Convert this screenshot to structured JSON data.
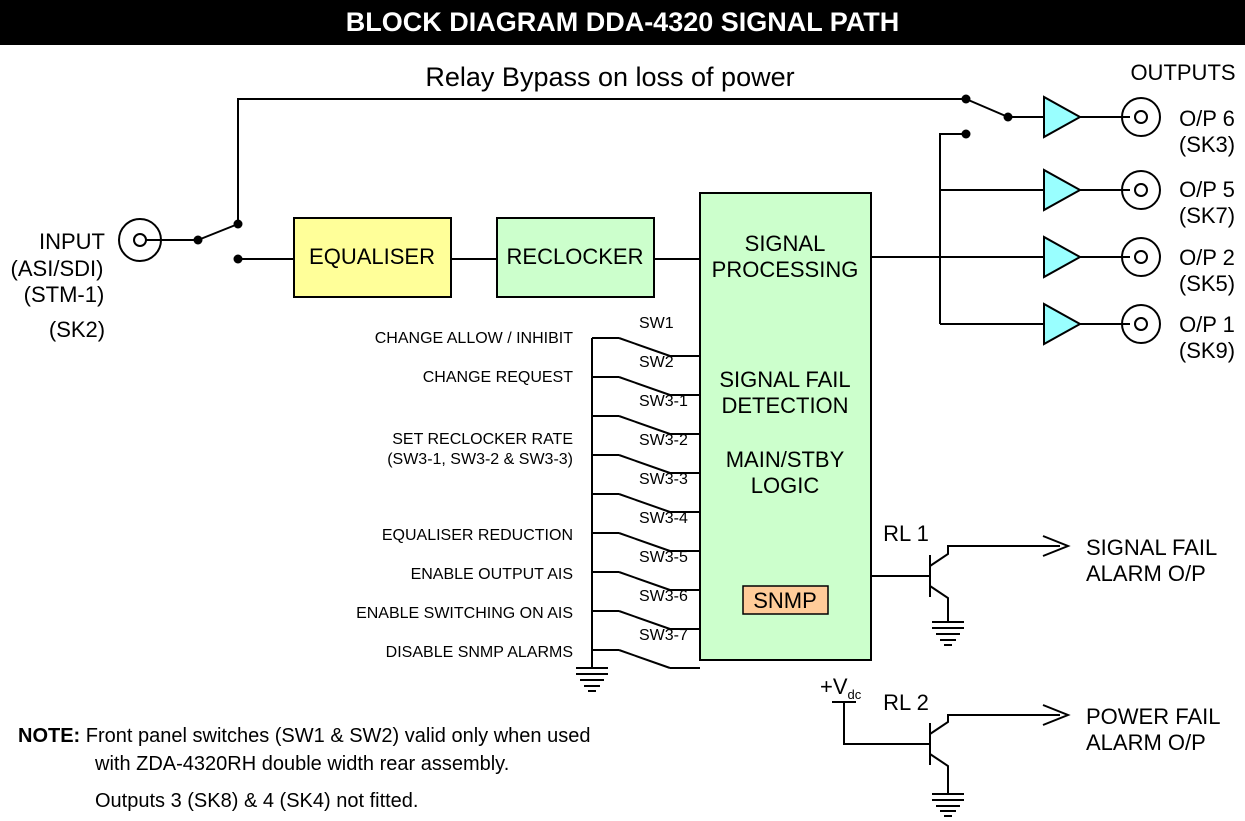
{
  "title": "BLOCK DIAGRAM DDA-4320 SIGNAL PATH",
  "relay_bypass": "Relay Bypass on loss of power",
  "outputs_heading": "OUTPUTS",
  "input": {
    "line1": "INPUT",
    "line2": "(ASI/SDI)",
    "line3": "(STM-1)",
    "line4": "(SK2)"
  },
  "blocks": {
    "equaliser": "EQUALISER",
    "reclocker": "RECLOCKER",
    "signal_processing_1": "SIGNAL",
    "signal_processing_2": "PROCESSING",
    "signal_fail_1": "SIGNAL FAIL",
    "signal_fail_2": "DETECTION",
    "main_stby_1": "MAIN/STBY",
    "main_stby_2": "LOGIC",
    "snmp": "SNMP"
  },
  "outputs": [
    {
      "name": "O/P 6",
      "sk": "(SK3)"
    },
    {
      "name": "O/P 5",
      "sk": "(SK7)"
    },
    {
      "name": "O/P 2",
      "sk": "(SK5)"
    },
    {
      "name": "O/P 1",
      "sk": "(SK9)"
    }
  ],
  "switches": [
    {
      "id": "SW1",
      "label": "CHANGE ALLOW / INHIBIT"
    },
    {
      "id": "SW2",
      "label": "CHANGE REQUEST"
    },
    {
      "id": "SW3-1",
      "label": ""
    },
    {
      "id": "SW3-2",
      "label": "SET RECLOCKER RATE"
    },
    {
      "id": "SW3-3",
      "label": ""
    },
    {
      "id": "SW3-4",
      "label": "EQUALISER REDUCTION"
    },
    {
      "id": "SW3-5",
      "label": "ENABLE OUTPUT AIS"
    },
    {
      "id": "SW3-6",
      "label": "ENABLE SWITCHING ON AIS"
    },
    {
      "id": "SW3-7",
      "label": "DISABLE SNMP ALARMS"
    }
  ],
  "set_reclocker_sub": "(SW3-1, SW3-2 & SW3-3)",
  "relays": {
    "rl1": "RL 1",
    "rl2": "RL 2",
    "signal_fail_alarm_1": "SIGNAL FAIL",
    "signal_fail_alarm_2": "ALARM O/P",
    "power_fail_alarm_1": "POWER FAIL",
    "power_fail_alarm_2": "ALARM O/P",
    "vdc": "+V",
    "vdc_sub": "dc"
  },
  "note": {
    "label": "NOTE:",
    "line1": "Front panel switches (SW1 & SW2) valid only when used",
    "line2": "with ZDA-4320RH double width rear assembly.",
    "line3": "Outputs 3 (SK8) & 4 (SK4) not fitted."
  },
  "colors": {
    "equaliser": "#FFFF99",
    "reclocker": "#CCFFCC",
    "processing": "#CCFFCC",
    "snmp": "#FFCC99",
    "buffer": "#99FFFF"
  }
}
